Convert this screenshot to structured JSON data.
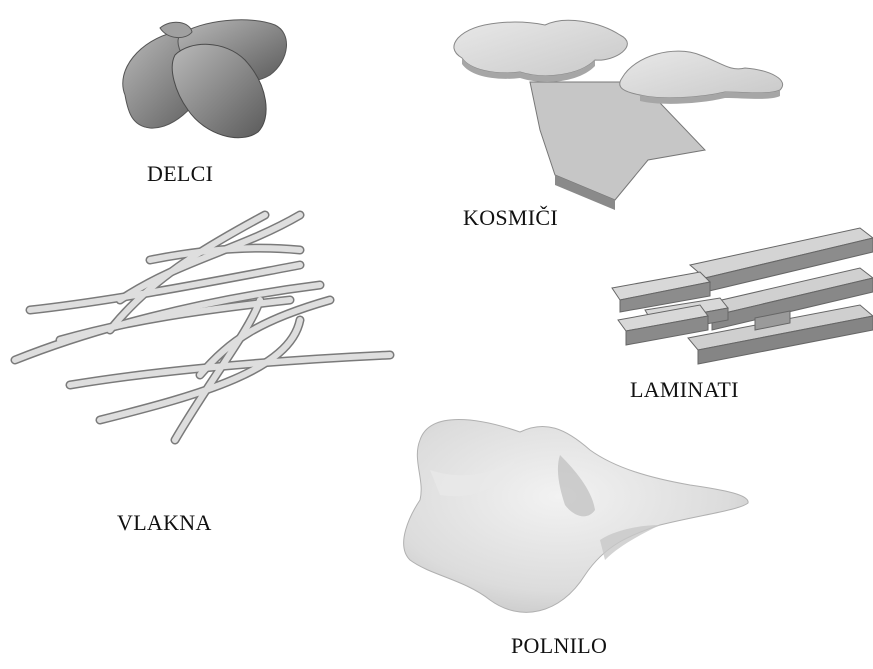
{
  "labels": {
    "delci": "DELCI",
    "kosmici": "KOSMIČI",
    "laminati": "LAMINATI",
    "vlakna": "VLAKNA",
    "polnilo": "POLNILO"
  }
}
